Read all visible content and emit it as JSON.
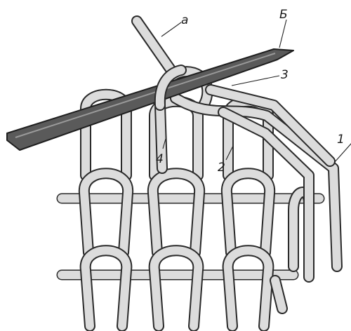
{
  "figure": {
    "labels": {
      "a": "а",
      "b": "Б",
      "n1": "1",
      "n2": "2",
      "n3": "3",
      "n4": "4"
    },
    "colors": {
      "yarn_fill": "#dcdcdc",
      "yarn_outline": "#2a2a2a",
      "needle_fill": "#5a5a5a",
      "needle_outline": "#1e1e1e",
      "background": "#ffffff"
    }
  }
}
